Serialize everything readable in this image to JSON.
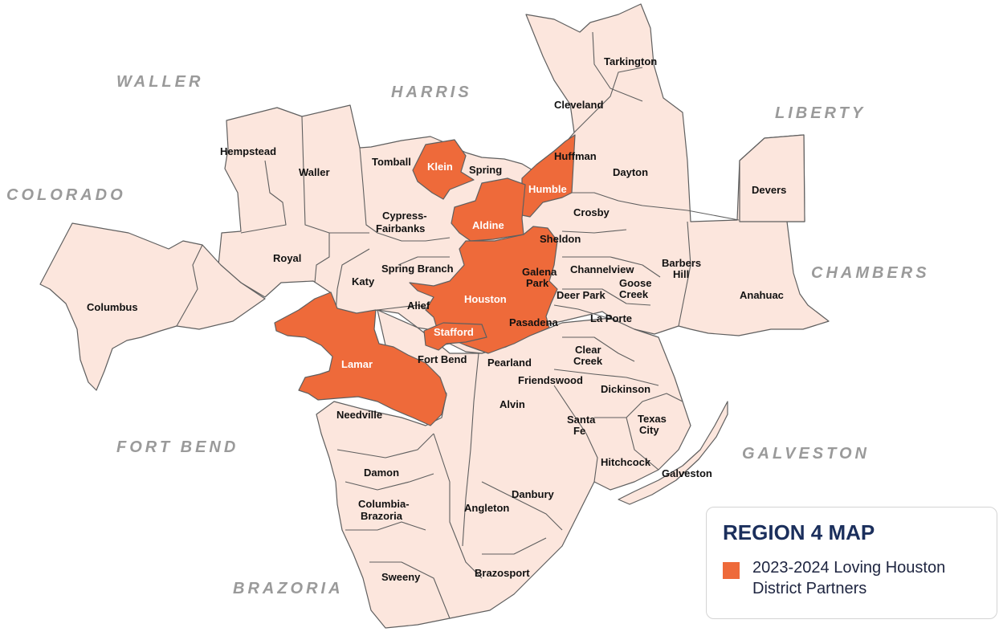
{
  "colors": {
    "district_fill": "#fce6dd",
    "partner_fill": "#ee6a3a",
    "border": "#5f5f5f",
    "county_label": "#9a9a9a",
    "legend_title": "#1b2f5c"
  },
  "counties": {
    "waller": "WALLER",
    "harris": "HARRIS",
    "liberty": "LIBERTY",
    "colorado": "COLORADO",
    "chambers": "CHAMBERS",
    "fort_bend": "FORT BEND",
    "galveston": "GALVESTON",
    "brazoria": "BRAZORIA"
  },
  "districts": {
    "tarkington": "Tarkington",
    "cleveland": "Cleveland",
    "huffman": "Huffman",
    "dayton": "Dayton",
    "devers": "Devers",
    "hempstead": "Hempstead",
    "waller": "Waller",
    "tomball": "Tomball",
    "klein": "Klein",
    "spring": "Spring",
    "humble": "Humble",
    "crosby": "Crosby",
    "cypress_1": "Cypress-",
    "cypress_2": "Fairbanks",
    "aldine": "Aldine",
    "sheldon": "Sheldon",
    "royal": "Royal",
    "spring_branch": "Spring Branch",
    "katy": "Katy",
    "galena_1": "Galena",
    "galena_2": "Park",
    "channelview": "Channelview",
    "barbers_1": "Barbers",
    "barbers_2": "Hill",
    "goose_1": "Goose",
    "goose_2": "Creek",
    "deer_park": "Deer Park",
    "anahuac": "Anahuac",
    "columbus": "Columbus",
    "alief": "Alief",
    "houston": "Houston",
    "pasadena": "Pasadena",
    "la_porte": "La Porte",
    "stafford": "Stafford",
    "clear_1": "Clear",
    "clear_2": "Creek",
    "fort_bend": "Fort Bend",
    "pearland": "Pearland",
    "lamar": "Lamar",
    "friendswood": "Friendswood",
    "dickinson": "Dickinson",
    "alvin": "Alvin",
    "santa_1": "Santa",
    "santa_2": "Fe",
    "texas_1": "Texas",
    "texas_2": "City",
    "needville": "Needville",
    "hitchcock": "Hitchcock",
    "galveston": "Galveston",
    "damon": "Damon",
    "danbury": "Danbury",
    "columbia_1": "Columbia-",
    "columbia_2": "Brazoria",
    "angleton": "Angleton",
    "sweeny": "Sweeny",
    "brazosport": "Brazosport"
  },
  "legend": {
    "title": "REGION 4 MAP",
    "item_label": "2023-2024 Loving Houston District Partners"
  }
}
